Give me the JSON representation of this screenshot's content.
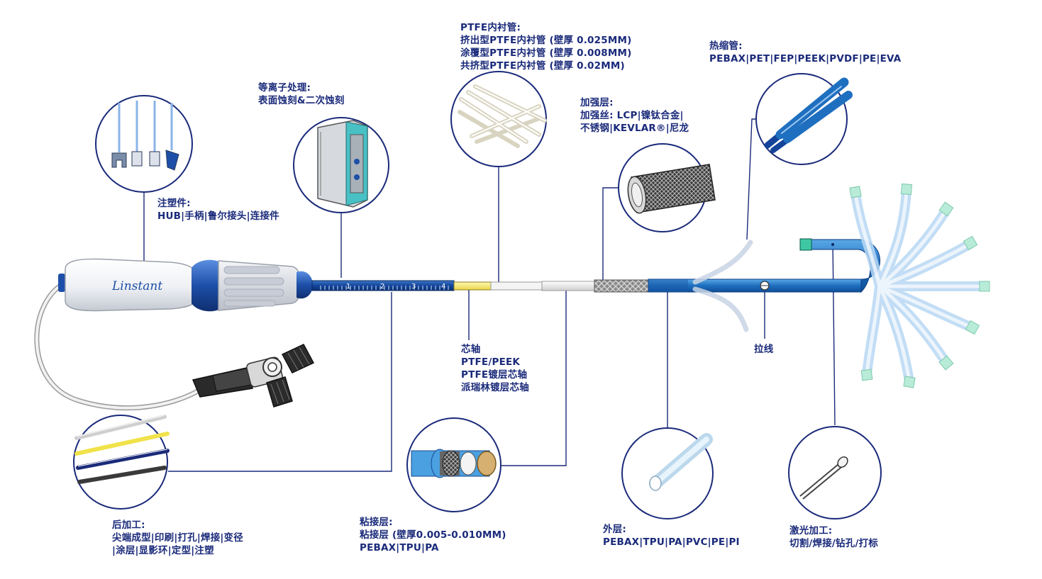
{
  "brand": "Linstant",
  "shaft_marks": [
    "1",
    "2",
    "3",
    "4"
  ],
  "labels": {
    "injection": {
      "title": "注塑件:",
      "line1": "HUB|手柄|鲁尔接头|连接件"
    },
    "plasma": {
      "title": "等离子处理:",
      "line1": "表面蚀刻&二次蚀刻"
    },
    "ptfe_liner": {
      "title": "PTFE内衬管:",
      "line1": "挤出型PTFE内衬管 (壁厚 0.025MM)",
      "line2": "涂覆型PTFE内衬管 (壁厚 0.008MM)",
      "line3": "共挤型PTFE内衬管 (壁厚 0.02MM)"
    },
    "reinforce": {
      "title": "加强层:",
      "line1": "加强丝: LCP|镍钛合金|",
      "line2": "不锈钢|KEVLAR®|尼龙"
    },
    "heat_shrink": {
      "title": "热缩管:",
      "line1": "PEBAX|PET|FEP|PEEK|PVDF|PE|EVA"
    },
    "mandrel": {
      "title": "芯轴",
      "line1": "PTFE/PEEK",
      "line2": "PTFE镀层芯轴",
      "line3": "派瑞林镀层芯轴"
    },
    "pull_wire": {
      "title": "拉线"
    },
    "post_process": {
      "title": "后加工:",
      "line1": "尖端成型|印刷|打孔|焊接|变径",
      "line2": "|涂层|显影环|定型|注塑"
    },
    "adhesive": {
      "title": "粘接层:",
      "line1": "粘接层 (壁厚0.005-0.010MM)",
      "line2": "PEBAX|TPU|PA"
    },
    "outer": {
      "title": "外层:",
      "line1": "PEBAX|TPU|PA|PVC|PE|PI"
    },
    "laser": {
      "title": "激光加工:",
      "line1": "切割/焊接/钻孔/打标"
    }
  },
  "colors": {
    "text": "#1a2a7a",
    "shaft_blue": "#1f6fc0",
    "handle_blue": "#1d4fa8",
    "circle_stroke": "#1a2a7a",
    "tip_green": "#b8ecd8"
  }
}
